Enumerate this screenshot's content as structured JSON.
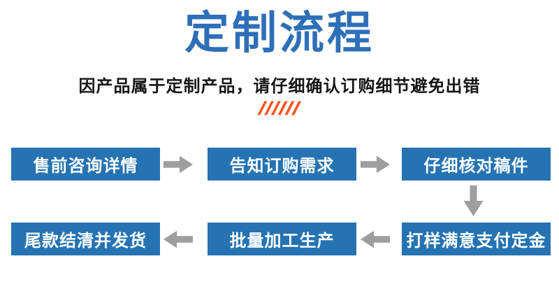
{
  "title": "定制流程",
  "subtitle": "因产品属于定制产品，请仔细确认订购细节避免出错",
  "decoration": {
    "slashes": "//////"
  },
  "colors": {
    "title_blue": "#2e6fb8",
    "box_blue": "#2573b2",
    "arrow_gray": "#9e9e9e",
    "accent_orange": "#fb511d",
    "subtitle_black": "#151515",
    "box_text_white": "#ffffff",
    "background": "#ffffff"
  },
  "flow": {
    "steps": [
      {
        "label": "售前咨询详情"
      },
      {
        "label": "告知订购需求"
      },
      {
        "label": "仔细核对稿件"
      },
      {
        "label": "打样满意支付定金"
      },
      {
        "label": "批量加工生产"
      },
      {
        "label": "尾款结清并发货"
      }
    ]
  }
}
